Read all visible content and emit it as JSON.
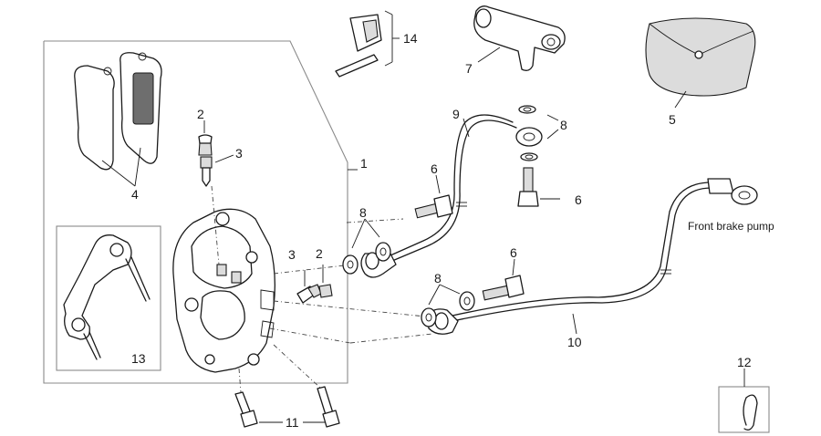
{
  "callouts": {
    "c1": "1",
    "c2a": "2",
    "c2b": "2",
    "c3a": "3",
    "c3b": "3",
    "c4": "4",
    "c5": "5",
    "c6a": "6",
    "c6b": "6",
    "c6c": "6",
    "c7": "7",
    "c8a": "8",
    "c8b": "8",
    "c8c": "8",
    "c9": "9",
    "c10": "10",
    "c11": "11",
    "c12": "12",
    "c13": "13",
    "c14": "14"
  },
  "labels": {
    "front_brake_pump": "Front brake pump"
  },
  "icons": [
    "brake-pad-icon",
    "brake-caliper-icon",
    "bolt-icon",
    "bleed-valve-icon",
    "hose-icon",
    "tee-fitting-icon",
    "cover-icon",
    "washer-icon",
    "pin-icon",
    "clip-icon"
  ]
}
